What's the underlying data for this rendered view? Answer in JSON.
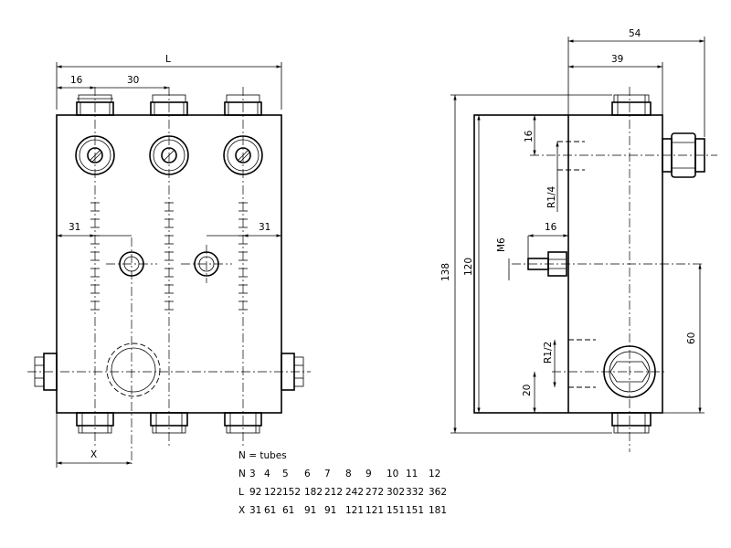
{
  "dimensions": {
    "L": "L",
    "d16_top": "16",
    "d30": "30",
    "d31_left": "31",
    "d31_right": "31",
    "X": "X",
    "d54": "54",
    "d39": "39",
    "d138": "138",
    "d120": "120",
    "d16_side": "16",
    "R14": "R1/4",
    "M6": "M6",
    "d16_m6": "16",
    "d60": "60",
    "R12": "R1/2",
    "d20": "20"
  },
  "legend": {
    "title": "N = tubes",
    "rows": [
      {
        "label": "N",
        "values": [
          "3",
          "4",
          "5",
          "6",
          "7",
          "8",
          "9",
          "10",
          "11",
          "12"
        ]
      },
      {
        "label": "L",
        "values": [
          "92",
          "122",
          "152",
          "182",
          "212",
          "242",
          "272",
          "302",
          "332",
          "362"
        ]
      },
      {
        "label": "X",
        "values": [
          "31",
          "61",
          "61",
          "91",
          "91",
          "121",
          "121",
          "151",
          "151",
          "181"
        ]
      }
    ]
  }
}
